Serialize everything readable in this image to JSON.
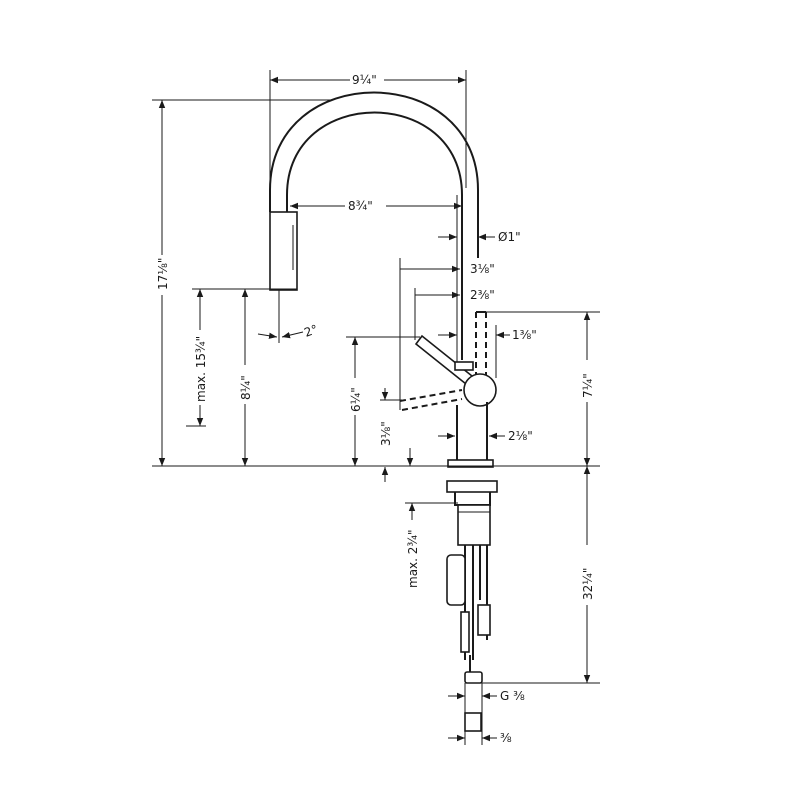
{
  "drawing": {
    "line_color": "#1a1a1a",
    "dimensions": {
      "spout_reach_total": "9¼\"",
      "spout_reach": "8¾\"",
      "spout_diameter": "Ø1\"",
      "handle_reach": "3⅛\"",
      "handle_reach_closed": "2⅜\"",
      "handle_offset": "1⅜\"",
      "body_width": "2⅛\"",
      "total_height": "17⅛\"",
      "max_clearance": "max. 15¾\"",
      "spout_height": "8¼\"",
      "spray_angle": "2°",
      "handle_height": "6¼\"",
      "handle_low_height": "3⅛\"",
      "body_height": "7¼\"",
      "max_deck_thickness": "max. 2¾\"",
      "hose_length": "32¼\"",
      "connection_thread": "G ⅜",
      "connection_size": "⅜"
    }
  }
}
